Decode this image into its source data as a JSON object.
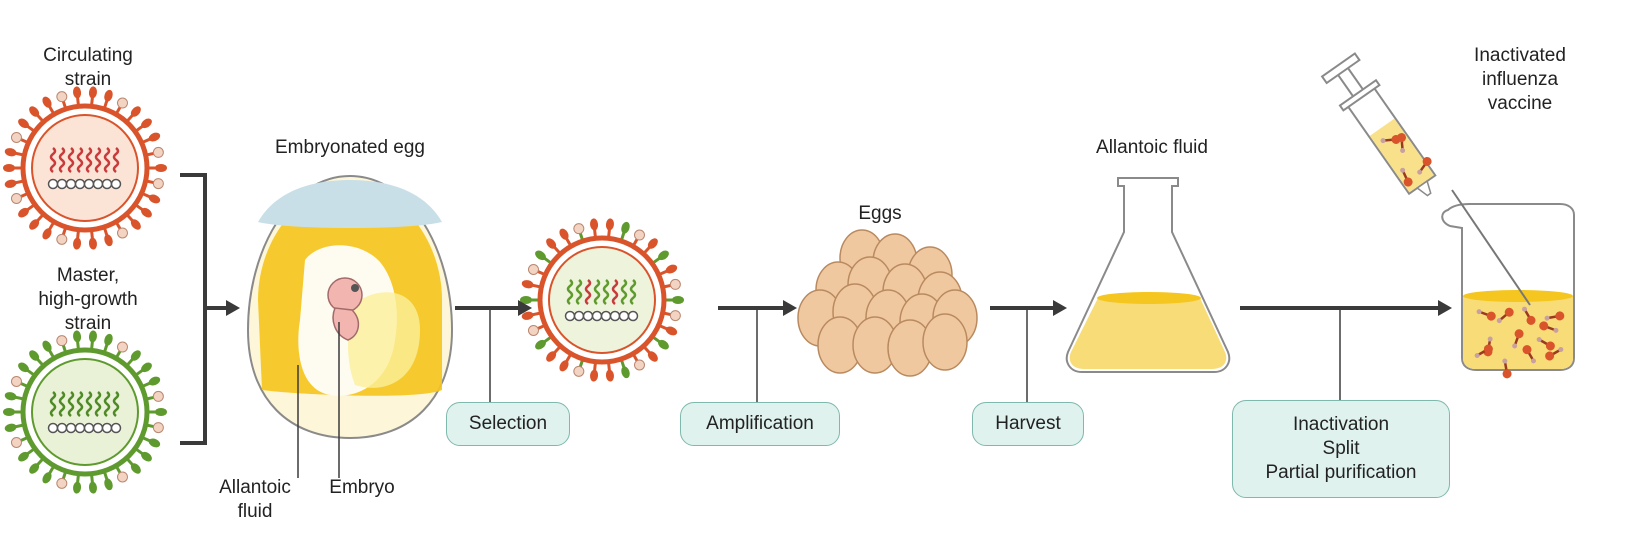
{
  "labels": {
    "circulating": [
      "Circulating",
      "strain"
    ],
    "master": [
      "Master,",
      "high-growth",
      "strain"
    ],
    "egg_title": "Embryonated egg",
    "allantoic": [
      "Allantoic",
      "fluid"
    ],
    "embryo": "Embryo",
    "eggs": "Eggs",
    "flask_title": "Allantoic fluid",
    "vaccine": [
      "Inactivated",
      "influenza",
      "vaccine"
    ]
  },
  "steps": {
    "selection": "Selection",
    "amplification": "Amplification",
    "harvest": "Harvest",
    "inactivation": [
      "Inactivation",
      "Split",
      "Partial purification"
    ]
  },
  "colors": {
    "circulating_spike": "#d9542b",
    "master_spike": "#5f9a2e",
    "arrow": "#3a3a3a",
    "box_fill": "#dff2ee",
    "yolk": "#f5c61f",
    "egg_shell": "#f0c8a0"
  }
}
